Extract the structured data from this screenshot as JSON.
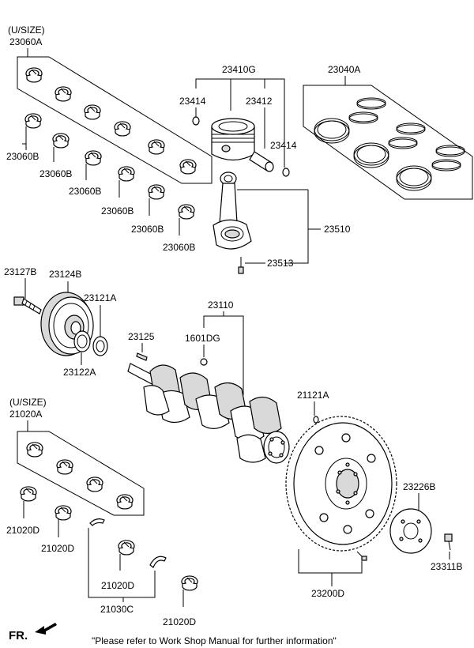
{
  "labels": {
    "usize_upper": "(U/SIZE)",
    "p23060A": "23060A",
    "p23060B": "23060B",
    "p23410G": "23410G",
    "p23414": "23414",
    "p23412": "23412",
    "p23040A": "23040A",
    "p23510": "23510",
    "p23513": "23513",
    "p23127B": "23127B",
    "p23124B": "23124B",
    "p23121A": "23121A",
    "p23122A": "23122A",
    "p23110": "23110",
    "p23125": "23125",
    "p1601DG": "1601DG",
    "p21121A": "21121A",
    "usize_lower": "(U/SIZE)",
    "p21020A": "21020A",
    "p21020D": "21020D",
    "p21030C": "21030C",
    "p23226B": "23226B",
    "p23311B": "23311B",
    "p23200D": "23200D"
  },
  "footer": {
    "fr": "FR.",
    "note": "\"Please refer to Work Shop Manual for further information\""
  }
}
